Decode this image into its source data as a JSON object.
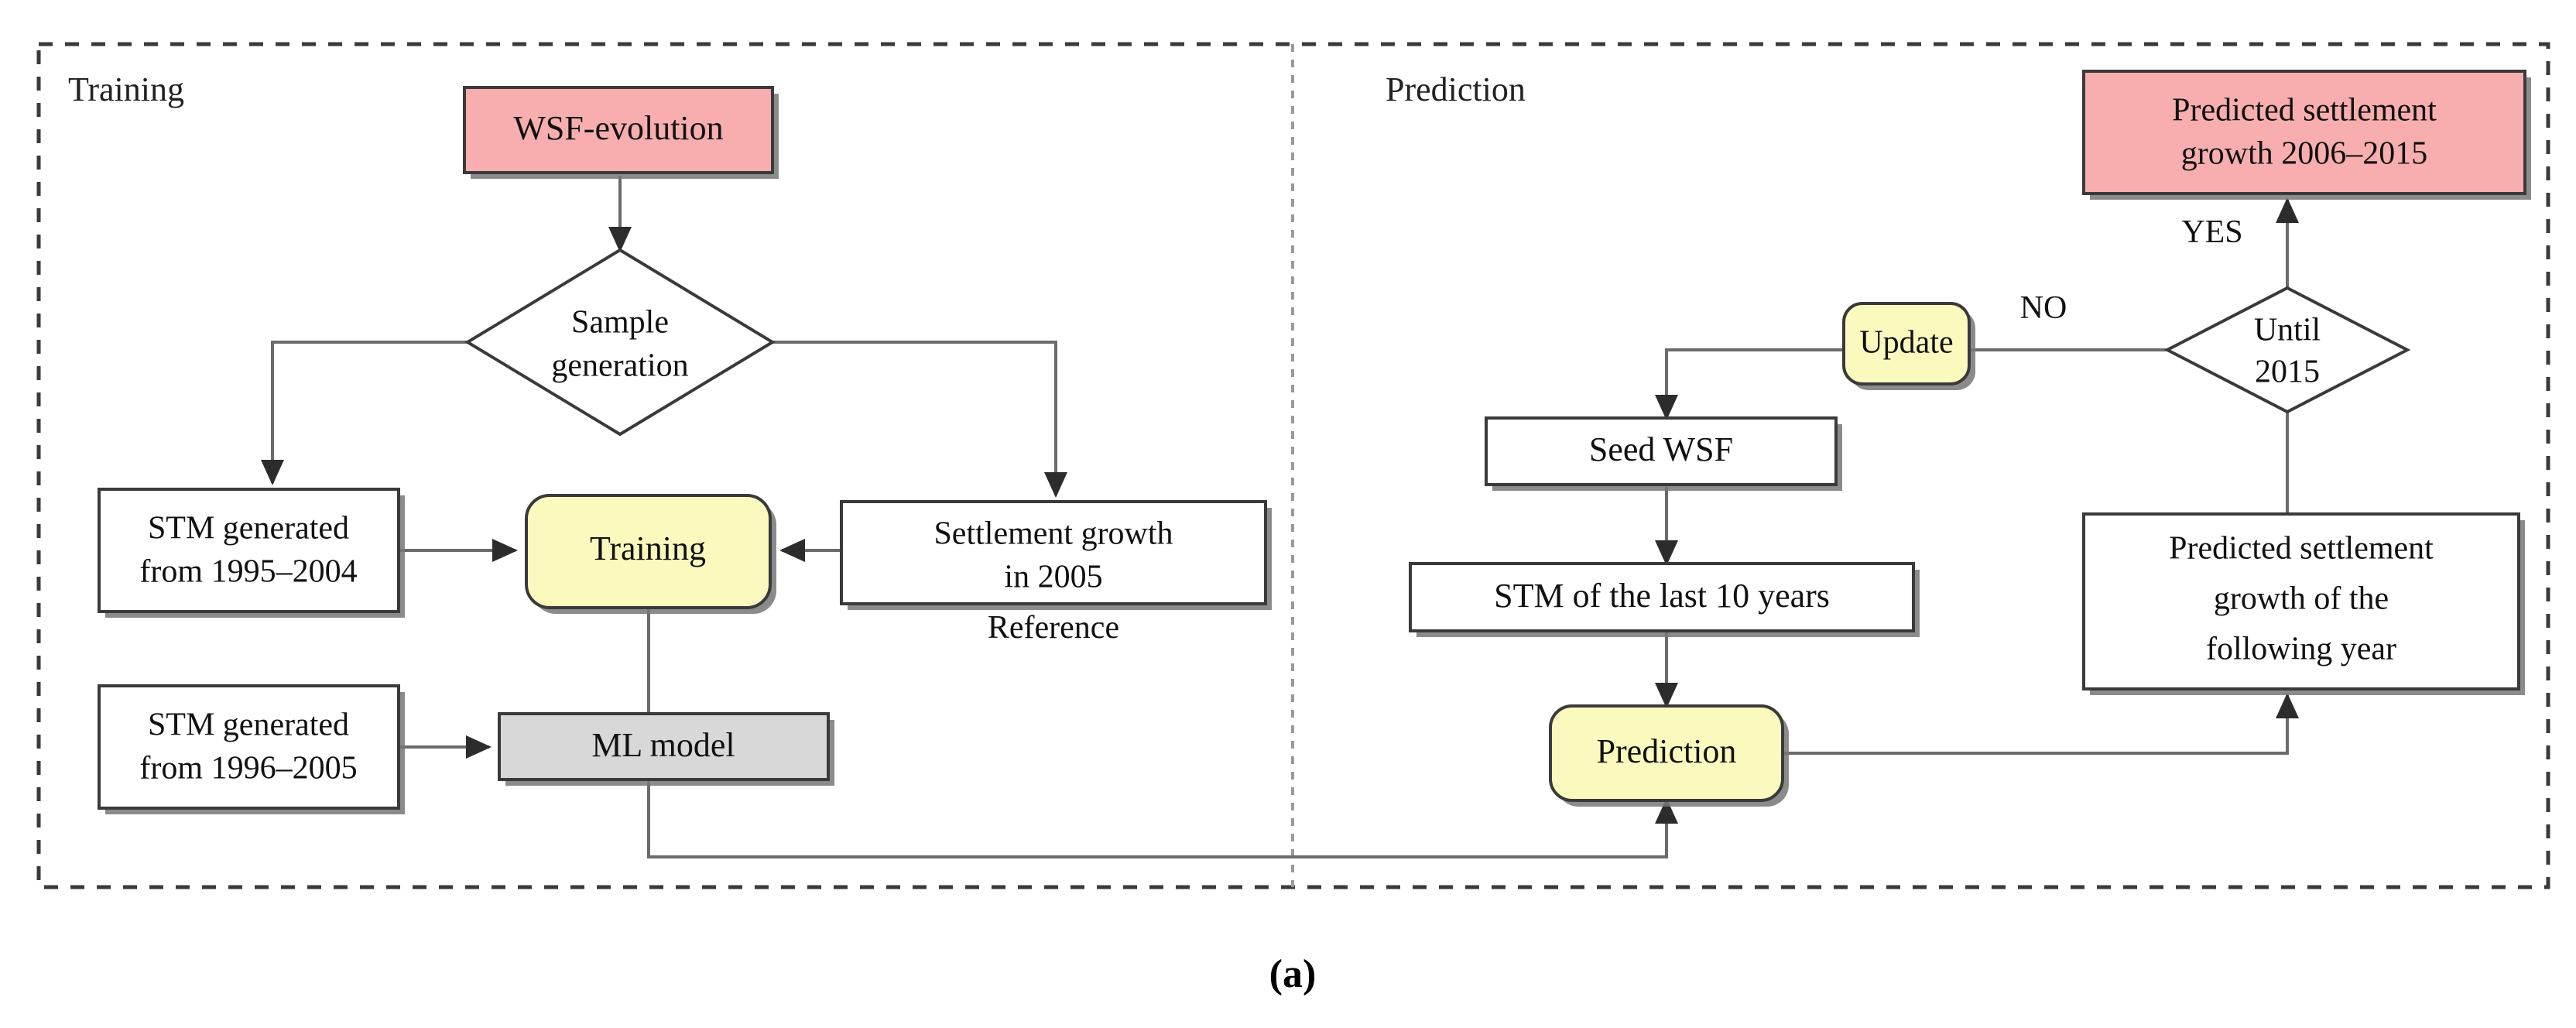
{
  "figure": {
    "caption": "(a)",
    "lanes": [
      {
        "id": "training",
        "label": "Training"
      },
      {
        "id": "prediction",
        "label": "Prediction"
      }
    ]
  },
  "colors": {
    "pink_fill": "#F8AEAE",
    "yellow_fill": "#FAFABE",
    "gray_fill": "#D8D8D8",
    "white_fill": "#FFFFFF",
    "node_stroke": "#3A3A3A",
    "link_stroke": "#6B6B6B",
    "lane_border": "#3A3A3A",
    "lane_divider": "#9A9A9A"
  },
  "nodes": {
    "wsf_evolution": {
      "label": "WSF-evolution",
      "shape": "rect",
      "fill": "pink"
    },
    "sample_generation": {
      "label_line1": "Sample",
      "label_line2": "generation",
      "shape": "diamond",
      "fill": "white"
    },
    "stm_1995_2004": {
      "label_line1": "STM generated",
      "label_line2": "from 1995–2004",
      "shape": "rect",
      "fill": "white"
    },
    "training": {
      "label": "Training",
      "shape": "rounded-rect",
      "fill": "yellow"
    },
    "settlement_growth_2005": {
      "label_line1": "Settlement growth",
      "label_line2": "in 2005",
      "shape": "rect",
      "fill": "white"
    },
    "stm_1996_2005": {
      "label_line1": "STM generated",
      "label_line2": "from 1996–2005",
      "shape": "rect",
      "fill": "white"
    },
    "ml_model": {
      "label": "ML model",
      "shape": "rect",
      "fill": "gray"
    },
    "update": {
      "label": "Update",
      "shape": "rounded-rect",
      "fill": "yellow"
    },
    "seed_wsf": {
      "label": "Seed WSF",
      "shape": "rect",
      "fill": "white"
    },
    "stm_last_10": {
      "label": "STM of the last 10 years",
      "shape": "rect",
      "fill": "white"
    },
    "prediction": {
      "label": "Prediction",
      "shape": "rounded-rect",
      "fill": "yellow"
    },
    "until_2015": {
      "label_line1": "Until",
      "label_line2": "2015",
      "shape": "diamond",
      "fill": "white"
    },
    "predicted_following_year": {
      "label_line1": "Predicted settlement",
      "label_line2": "growth of the",
      "label_line3": "following year",
      "shape": "rect",
      "fill": "white"
    },
    "predicted_2006_2015": {
      "label_line1": "Predicted settlement",
      "label_line2": "growth 2006–2015",
      "shape": "rect",
      "fill": "pink"
    }
  },
  "annotations": {
    "reference": "Reference",
    "yes": "YES",
    "no": "NO"
  },
  "chart_data": {
    "type": "flowchart",
    "title": "(a)",
    "lanes": [
      "Training",
      "Prediction"
    ],
    "nodes": [
      {
        "id": "wsf_evolution",
        "text": "WSF-evolution",
        "lane": "Training",
        "shape": "process",
        "fill": "#F8AEAE"
      },
      {
        "id": "sample_generation",
        "text": "Sample generation",
        "lane": "Training",
        "shape": "decision",
        "fill": "#FFFFFF"
      },
      {
        "id": "stm_1995_2004",
        "text": "STM generated from 1995–2004",
        "lane": "Training",
        "shape": "process",
        "fill": "#FFFFFF"
      },
      {
        "id": "training",
        "text": "Training",
        "lane": "Training",
        "shape": "rounded",
        "fill": "#FAFABE"
      },
      {
        "id": "settlement_growth_2005",
        "text": "Settlement growth in 2005",
        "lane": "Training",
        "shape": "process",
        "fill": "#FFFFFF",
        "note": "Reference"
      },
      {
        "id": "stm_1996_2005",
        "text": "STM generated from 1996–2005",
        "lane": "Training",
        "shape": "process",
        "fill": "#FFFFFF"
      },
      {
        "id": "ml_model",
        "text": "ML model",
        "lane": "Training",
        "shape": "process",
        "fill": "#D8D8D8"
      },
      {
        "id": "update",
        "text": "Update",
        "lane": "Prediction",
        "shape": "rounded",
        "fill": "#FAFABE"
      },
      {
        "id": "seed_wsf",
        "text": "Seed WSF",
        "lane": "Prediction",
        "shape": "process",
        "fill": "#FFFFFF"
      },
      {
        "id": "stm_last_10",
        "text": "STM of the last 10 years",
        "lane": "Prediction",
        "shape": "process",
        "fill": "#FFFFFF"
      },
      {
        "id": "prediction",
        "text": "Prediction",
        "lane": "Prediction",
        "shape": "rounded",
        "fill": "#FAFABE"
      },
      {
        "id": "until_2015",
        "text": "Until 2015",
        "lane": "Prediction",
        "shape": "decision",
        "fill": "#FFFFFF"
      },
      {
        "id": "predicted_following_year",
        "text": "Predicted settlement growth of the following year",
        "lane": "Prediction",
        "shape": "process",
        "fill": "#FFFFFF"
      },
      {
        "id": "predicted_2006_2015",
        "text": "Predicted settlement growth 2006–2015",
        "lane": "Prediction",
        "shape": "process",
        "fill": "#F8AEAE"
      }
    ],
    "edges": [
      {
        "from": "wsf_evolution",
        "to": "sample_generation",
        "label": ""
      },
      {
        "from": "sample_generation",
        "to": "stm_1995_2004",
        "label": ""
      },
      {
        "from": "sample_generation",
        "to": "settlement_growth_2005",
        "label": ""
      },
      {
        "from": "stm_1995_2004",
        "to": "training",
        "label": ""
      },
      {
        "from": "settlement_growth_2005",
        "to": "training",
        "label": ""
      },
      {
        "from": "stm_1996_2005",
        "to": "ml_model",
        "label": ""
      },
      {
        "from": "training",
        "to": "ml_model",
        "label": ""
      },
      {
        "from": "ml_model",
        "to": "prediction",
        "label": ""
      },
      {
        "from": "update",
        "to": "seed_wsf",
        "label": ""
      },
      {
        "from": "seed_wsf",
        "to": "stm_last_10",
        "label": ""
      },
      {
        "from": "stm_last_10",
        "to": "prediction",
        "label": ""
      },
      {
        "from": "prediction",
        "to": "predicted_following_year",
        "label": ""
      },
      {
        "from": "predicted_following_year",
        "to": "until_2015",
        "label": ""
      },
      {
        "from": "until_2015",
        "to": "update",
        "label": "NO"
      },
      {
        "from": "until_2015",
        "to": "predicted_2006_2015",
        "label": "YES"
      }
    ]
  }
}
